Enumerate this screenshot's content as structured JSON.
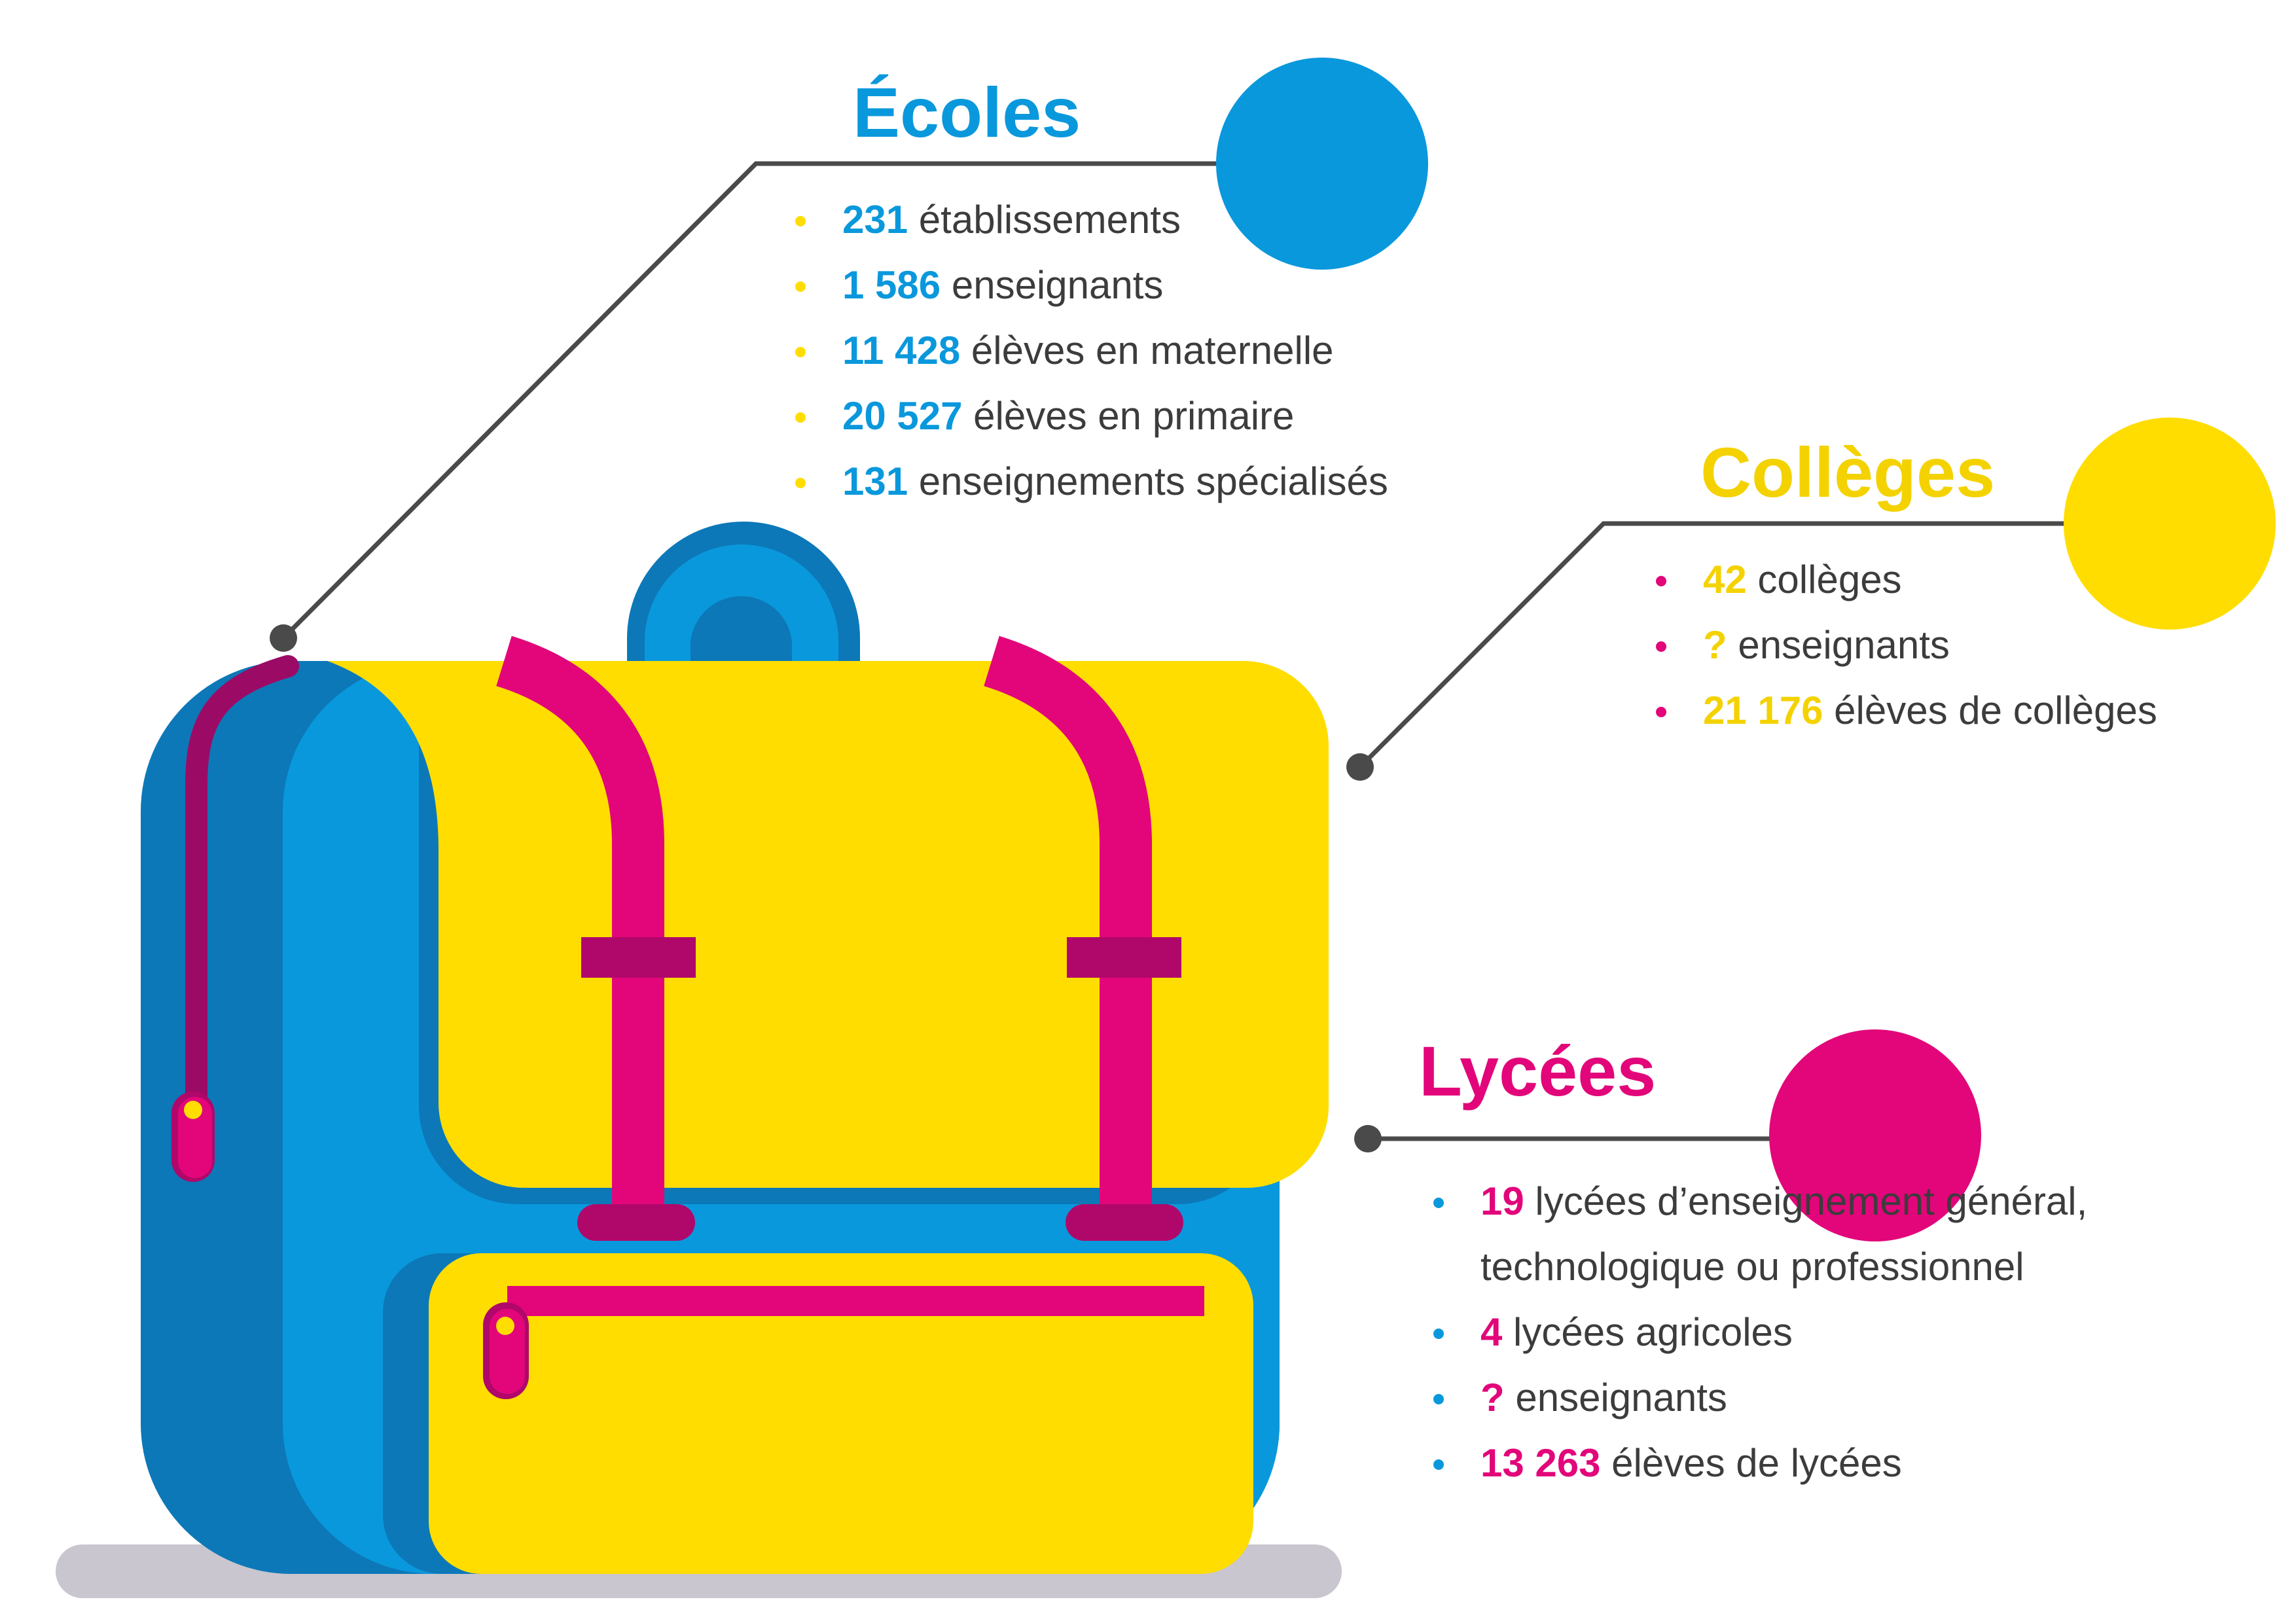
{
  "colors": {
    "blue": "#0a98dc",
    "yellow": "#ffdd00",
    "pink": "#e2067a",
    "dark_blue": "#0c78b8",
    "dark_pink": "#b0076a",
    "shadow": "#c9c6cf",
    "text": "#3c3c3c",
    "line": "#4a4a4a"
  },
  "illustration": "backpack",
  "ecoles": {
    "title": "Écoles",
    "items": [
      {
        "num": "231",
        "text": " établissements"
      },
      {
        "num": "1 586",
        "text": " enseignants"
      },
      {
        "num": "11 428",
        "text": " élèves en maternelle"
      },
      {
        "num": "20 527",
        "text": " élèves en primaire"
      },
      {
        "num": "131",
        "text": " enseignements spécialisés"
      }
    ]
  },
  "colleges": {
    "title": "Collèges",
    "items": [
      {
        "num": "42",
        "text": " collèges"
      },
      {
        "num": "?",
        "text": " enseignants"
      },
      {
        "num": "21 176",
        "text": " élèves de collèges"
      }
    ]
  },
  "lycees": {
    "title": "Lycées",
    "items": [
      {
        "num": "19",
        "text": " lycées d’enseignement général, technologique ou professionnel"
      },
      {
        "num": "4",
        "text": " lycées agricoles"
      },
      {
        "num": "?",
        "text": " enseignants"
      },
      {
        "num": "13 263",
        "text": " élèves de lycées"
      }
    ]
  }
}
